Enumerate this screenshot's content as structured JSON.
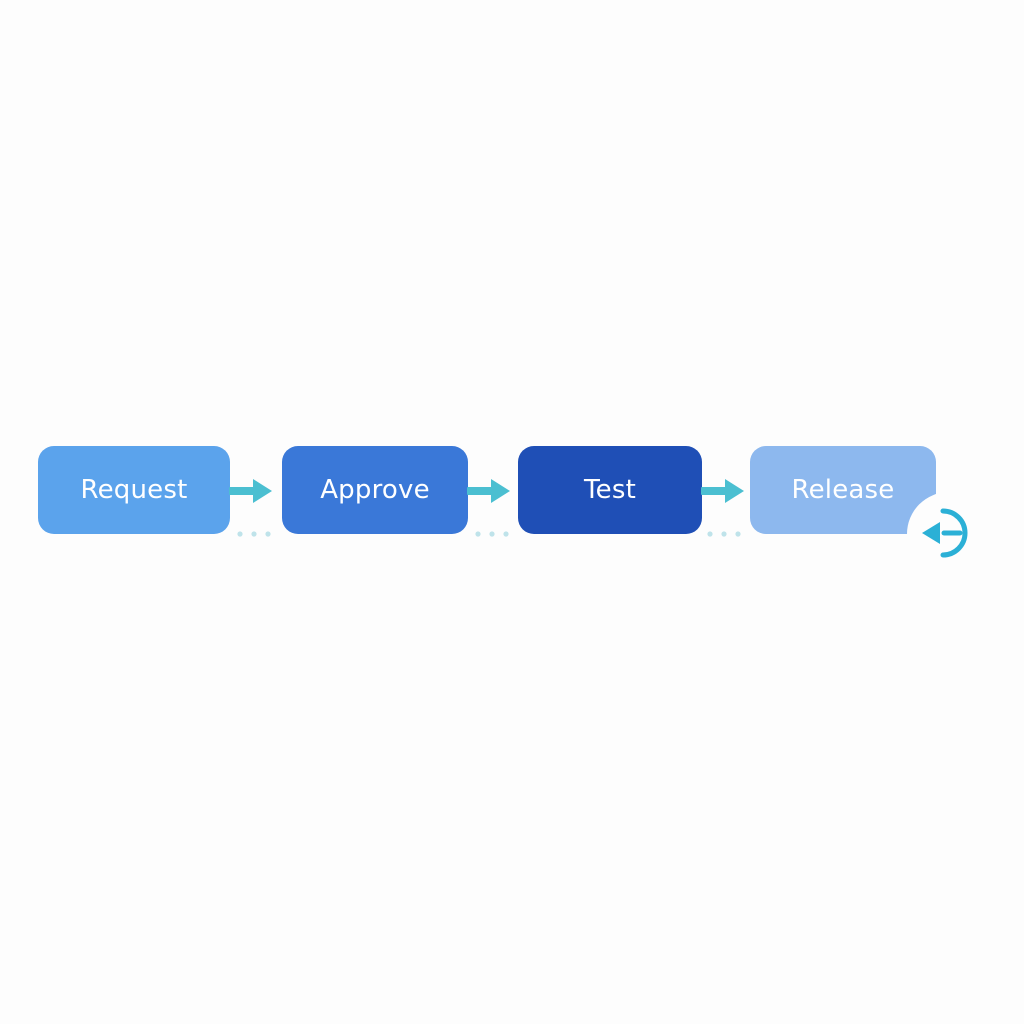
{
  "flow": {
    "steps": [
      {
        "label": "Request",
        "color": "#5ba3ec"
      },
      {
        "label": "Approve",
        "color": "#3a78d8"
      },
      {
        "label": "Test",
        "color": "#1f4fb6"
      },
      {
        "label": "Release",
        "color": "#8db8ee"
      }
    ],
    "connector": {
      "arrow_color": "#4bbfd1",
      "dots_color": "#bfe3ea",
      "icon": "arrow-right-icon"
    },
    "loop": {
      "icon": "loop-back-icon",
      "color": "#2bb0d6"
    }
  }
}
